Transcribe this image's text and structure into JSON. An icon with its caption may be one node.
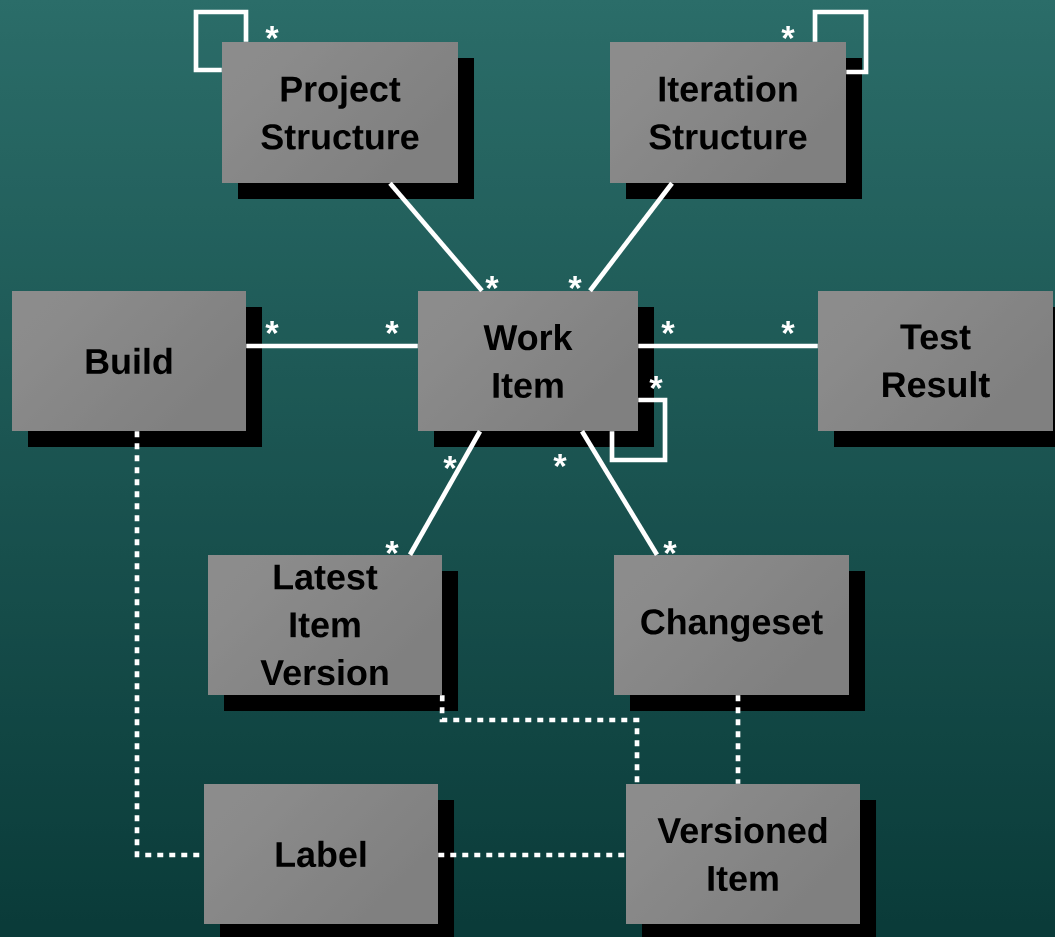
{
  "diagram": {
    "nodes": [
      {
        "text": [
          "Project Structure"
        ]
      },
      {
        "text": [
          "Iteration Structure"
        ]
      },
      {
        "text": [
          "Build"
        ]
      },
      {
        "text": [
          "Work Item"
        ]
      },
      {
        "text": [
          "Test Result"
        ]
      },
      {
        "text": [
          "Latest Item Version"
        ]
      },
      {
        "text": [
          "Changeset"
        ]
      },
      {
        "text": [
          "Label"
        ]
      },
      {
        "text": [
          "Versioned Item"
        ]
      }
    ],
    "edges": [
      {
        "from": 0,
        "to": 0,
        "arrow": "none"
      },
      {
        "from": 1,
        "to": 1,
        "arrow": "none"
      },
      {
        "from": 0,
        "to": 3,
        "arrow": "none"
      },
      {
        "from": 1,
        "to": 3,
        "arrow": "none"
      },
      {
        "from": 2,
        "to": 3,
        "arrow": "none"
      },
      {
        "from": 3,
        "to": 4,
        "arrow": "none"
      },
      {
        "from": 3,
        "to": 3,
        "arrow": "none"
      },
      {
        "from": 3,
        "to": 5,
        "arrow": "none"
      },
      {
        "from": 3,
        "to": 6,
        "arrow": "none"
      },
      {
        "from": 2,
        "to": 7,
        "arrow": "none",
        "style": "dashed"
      },
      {
        "from": 5,
        "to": 8,
        "arrow": "none",
        "style": "dashed"
      },
      {
        "from": 6,
        "to": 8,
        "arrow": "none",
        "style": "dashed"
      },
      {
        "from": 7,
        "to": 8,
        "arrow": "none",
        "style": "dashed"
      }
    ],
    "labels": [
      "*",
      "*",
      "*",
      "*",
      "*",
      "*",
      "*",
      "*",
      "*",
      "*",
      "*",
      "*",
      "*"
    ]
  }
}
